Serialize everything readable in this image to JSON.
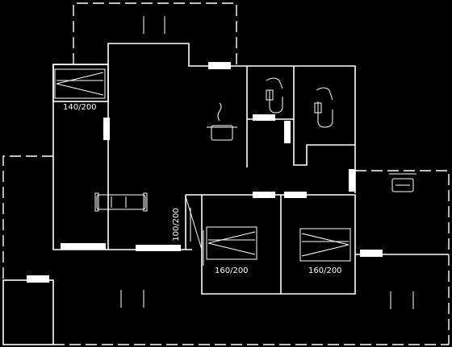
{
  "labels": {
    "bed_left_top": "140/200",
    "bed_bottom_left": "160/200",
    "bed_bottom_right": "160/200",
    "bed_vertical": "100/200"
  },
  "colors": {
    "background": "#000000",
    "lines": "#ffffff"
  },
  "icons": [
    "bed-icon",
    "pot-icon",
    "toilet-icon",
    "sofa-icon",
    "car-icon",
    "stove-icon"
  ]
}
